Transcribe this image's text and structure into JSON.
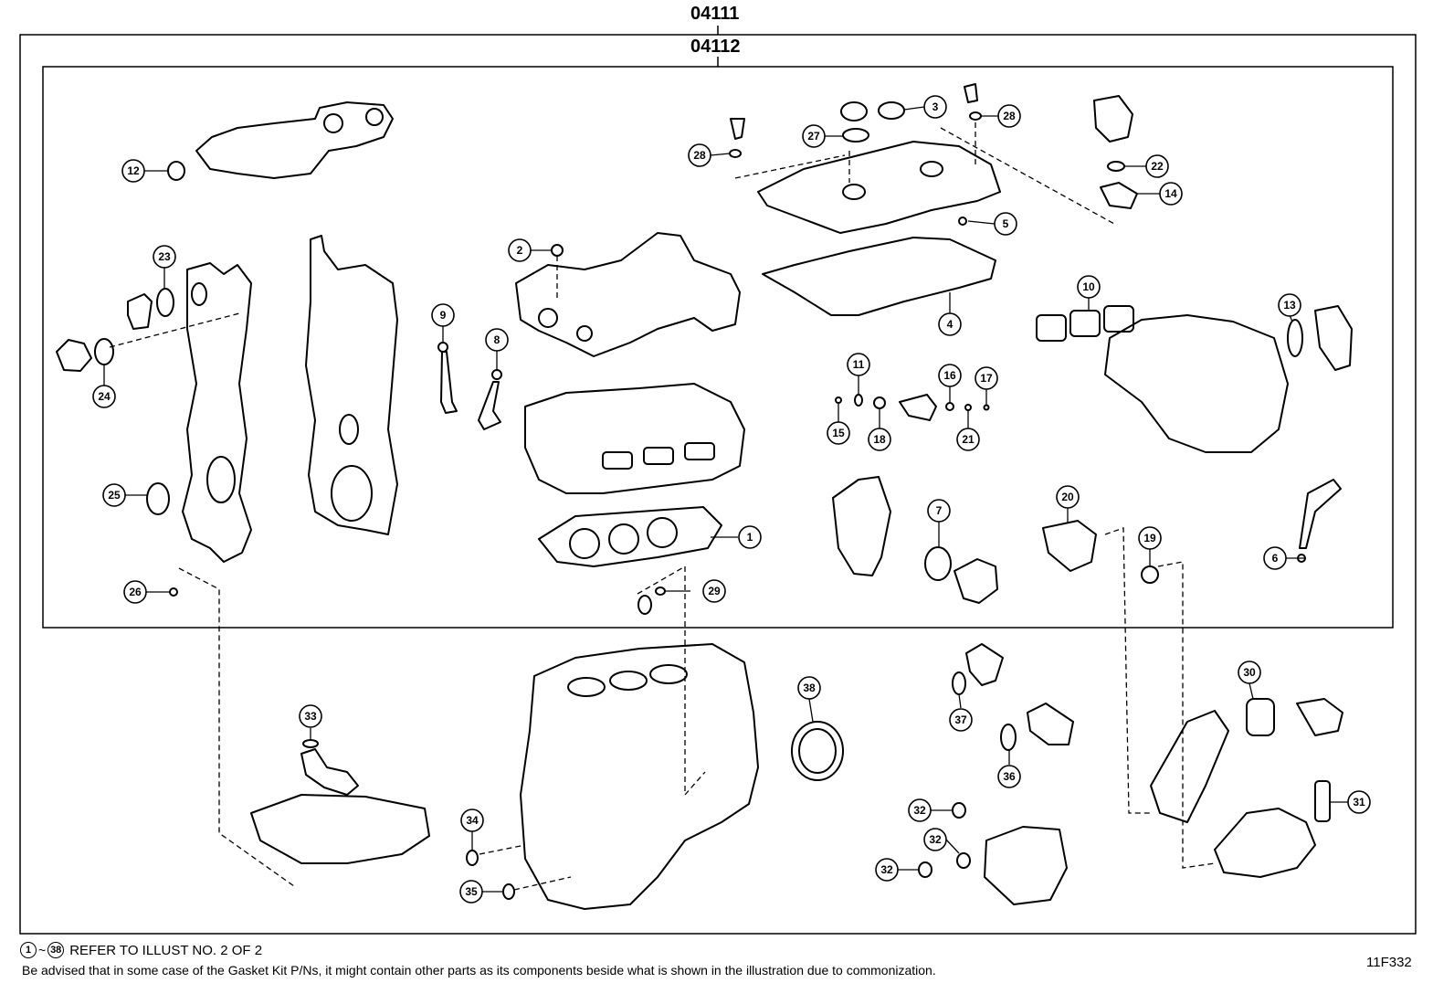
{
  "header": {
    "outer_code": "04111",
    "inner_code": "04112"
  },
  "footer": {
    "range_start": "1",
    "range_end": "38",
    "tilde": "~",
    "refer_text": "REFER TO ILLUST NO. 2 OF 2",
    "advice": "Be advised that in some case of the Gasket Kit P/Ns,  it might contain other parts as its components beside what is shown in the illustration due to commonization.",
    "figure_code": "11F332"
  },
  "callouts": [
    "1",
    "2",
    "3",
    "4",
    "5",
    "6",
    "7",
    "8",
    "9",
    "10",
    "11",
    "12",
    "13",
    "14",
    "15",
    "16",
    "17",
    "18",
    "19",
    "20",
    "21",
    "22",
    "23",
    "24",
    "25",
    "26",
    "27",
    "28",
    "29",
    "30",
    "31",
    "32",
    "33",
    "34",
    "35",
    "36",
    "37",
    "38"
  ]
}
